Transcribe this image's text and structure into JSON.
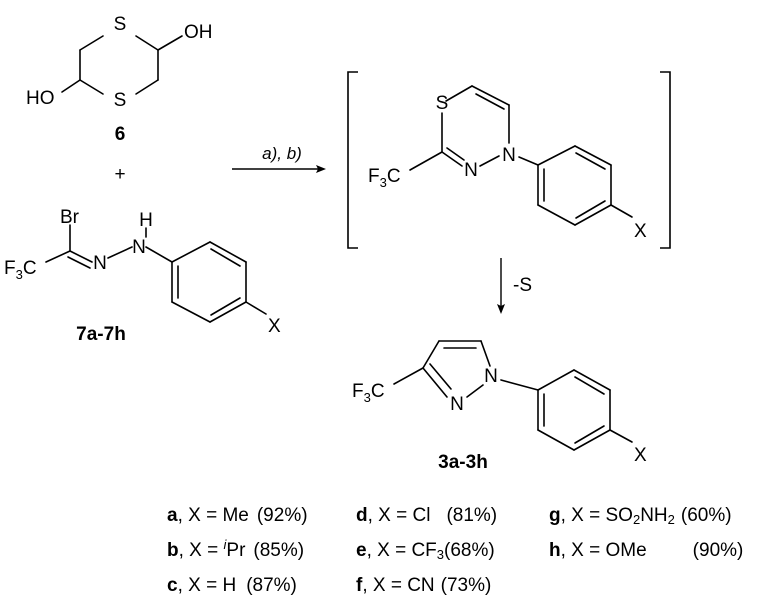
{
  "compound6": {
    "atoms": {
      "s_top": "S",
      "s_bottom": "S",
      "oh_right": "OH",
      "ho_left": "HO"
    },
    "label": "6"
  },
  "plus": "+",
  "compound7": {
    "atoms": {
      "br": "Br",
      "n": "N",
      "h": "H",
      "f3": "F",
      "f3_sub": "3",
      "f3_c": "C",
      "x": "X"
    },
    "label": "7a-7h"
  },
  "conditions": "a), b)",
  "intermediate": {
    "atoms": {
      "s": "S",
      "n1": "N",
      "n2": "N",
      "f3": "F",
      "f3_sub": "3",
      "f3_c": "C",
      "x": "X"
    }
  },
  "step2_label": "-S",
  "product": {
    "atoms": {
      "n1": "N",
      "n2": "N",
      "f3": "F",
      "f3_sub": "3",
      "f3_c": "C",
      "x": "X"
    },
    "label": "3a-3h"
  },
  "yields": [
    {
      "letter": "a",
      "pre": ", X = Me",
      "sub": "",
      "sup": "",
      "post": "",
      "yield": "(92%)"
    },
    {
      "letter": "b",
      "pre": ", X = ",
      "sup": "i",
      "post": "Pr",
      "yield": "(85%)"
    },
    {
      "letter": "c",
      "pre": ", X = H",
      "sup": "",
      "post": "",
      "yield": "(87%)"
    },
    {
      "letter": "d",
      "pre": ", X = Cl",
      "sup": "",
      "post": "",
      "yield": "(81%)"
    },
    {
      "letter": "e",
      "pre": ", X = CF",
      "sub": "3",
      "post": "",
      "yield": "(68%)"
    },
    {
      "letter": "f",
      "pre": ",  X = CN",
      "sup": "",
      "post": "",
      "yield": "(73%)"
    },
    {
      "letter": "g",
      "pre": ", X = SO",
      "sub": "2",
      "mid": "NH",
      "sub2": "2",
      "yield": "(60%)"
    },
    {
      "letter": "h",
      "pre": ", X = OMe",
      "sup": "",
      "post": "",
      "yield": "(90%)"
    }
  ]
}
